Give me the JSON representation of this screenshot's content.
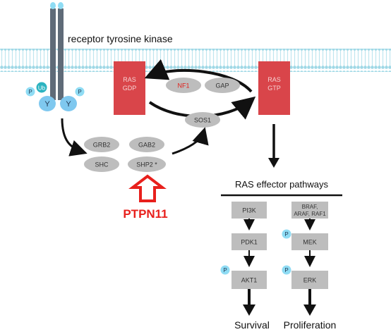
{
  "receptor_label": "receptor tyrosine kinase",
  "phospho_label": "P",
  "ub_label": "Ub",
  "y_label": "Y",
  "ras_gdp": {
    "line1": "RAS",
    "line2": "GDP"
  },
  "ras_gtp": {
    "line1": "RAS",
    "line2": "GTP"
  },
  "nf1": "NF1",
  "gap": "GAP",
  "sos1": "SOS1",
  "grb2": "GRB2",
  "gab2": "GAB2",
  "shc": "SHC",
  "shp2": "SHP2 *",
  "ptpn11": "PTPN11",
  "effector_title": "RAS effector pathways",
  "pi3k": "PI3K",
  "pdk1": "PDK1",
  "akt1": "AKT1",
  "raf": {
    "line1": "BRAF,",
    "line2": "ARAF, RAF1"
  },
  "mek": "MEK",
  "erk": "ERK",
  "survival": "Survival",
  "proliferation": "Proliferation",
  "colors": {
    "membrane": "#a9dde8",
    "receptor": "#5f6b78",
    "ras_box": "#d9454a",
    "ras_text": "#f6d2d3",
    "oval": "#bdbdbd",
    "box": "#bdbdbd",
    "phospho": "#8fdcf4",
    "nf1_text": "#e0201b",
    "ptpn11": "#e8201c"
  }
}
